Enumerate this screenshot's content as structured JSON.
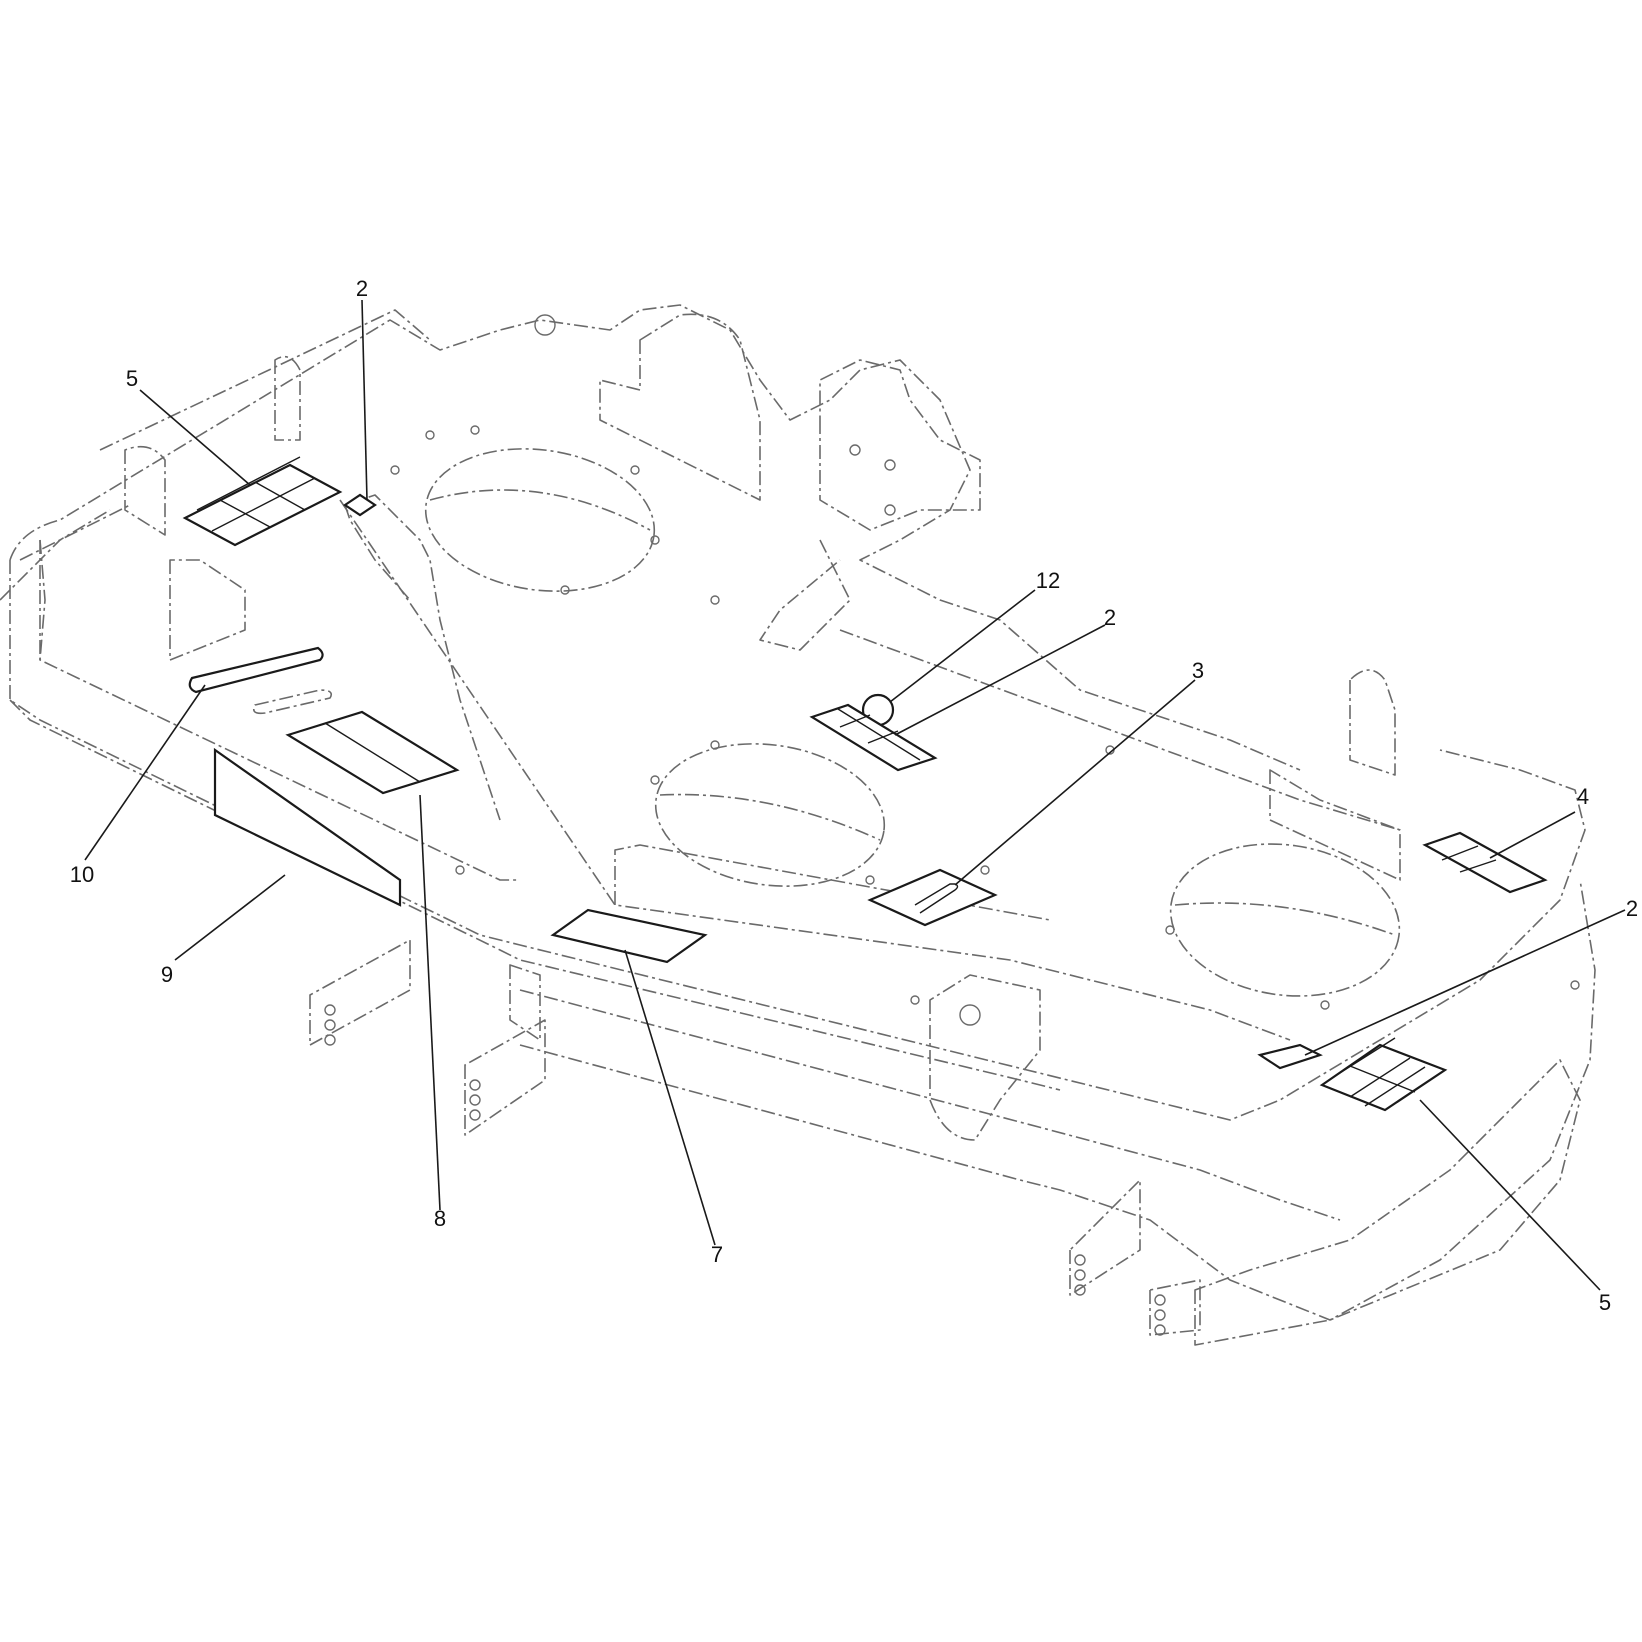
{
  "diagram": {
    "callouts": [
      {
        "id": "c2-top",
        "text": "2"
      },
      {
        "id": "c5-left",
        "text": "5"
      },
      {
        "id": "c12",
        "text": "12"
      },
      {
        "id": "c2-mid",
        "text": "2"
      },
      {
        "id": "c3",
        "text": "3"
      },
      {
        "id": "c4",
        "text": "4"
      },
      {
        "id": "c2-right",
        "text": "2"
      },
      {
        "id": "c10",
        "text": "10"
      },
      {
        "id": "c9",
        "text": "9"
      },
      {
        "id": "c8",
        "text": "8"
      },
      {
        "id": "c7",
        "text": "7"
      },
      {
        "id": "c5-right",
        "text": "5"
      }
    ]
  }
}
